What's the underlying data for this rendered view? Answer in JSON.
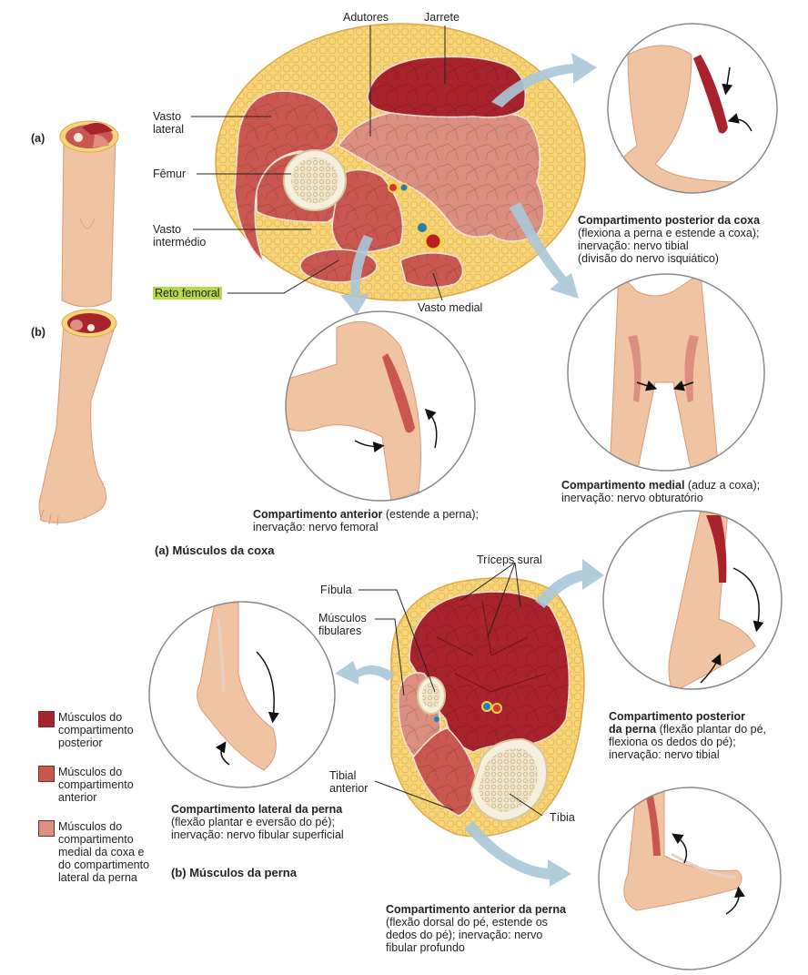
{
  "colors": {
    "posterior_muscle": "#a8232c",
    "anterior_muscle": "#c9574f",
    "medial_muscle": "#dc8e80",
    "skin": "#f0c3a2",
    "fat": "#f7d67a",
    "bone": "#f2ead6",
    "arrow": "#9fbfd0",
    "circle_border": "#8a8a8a"
  },
  "thigh": {
    "panel_a": "(a)",
    "panel_b": "(b)",
    "label_adductors": "Adutores",
    "label_hamstring": "Jarrete",
    "label_vastus_lateralis": "Vasto\nlateral",
    "label_femur": "Fêmur",
    "label_vastus_intermedius": "Vasto\nintermédio",
    "label_rectus_femoris": "Reto femoral",
    "label_vastus_medialis": "Vasto medial",
    "posterior_title": "Compartimento posterior da coxa",
    "posterior_text": "(flexiona a perna e estende a coxa);\ninervação: nervo tibial\n(divisão do nervo isquiático)",
    "medial_title": "Compartimento medial",
    "medial_text_inline": " (aduz a coxa);",
    "medial_text": "inervação: nervo obturatório",
    "anterior_title": "Compartimento anterior",
    "anterior_text_inline": " (estende a perna);",
    "anterior_text": "inervação: nervo femoral",
    "section_title": "(a) Músculos da coxa"
  },
  "leg": {
    "label_triceps": "Tríceps sural",
    "label_fibula": "Fíbula",
    "label_fibular_muscles": "Músculos\nfibulares",
    "label_tibialis": "Tibial\nanterior",
    "label_tibia": "Tíbia",
    "posterior_title_1": "Compartimento posterior",
    "posterior_title_2": "da perna",
    "posterior_text_inline": " (flexão plantar do pé,",
    "posterior_text": "flexiona os dedos do pé);\ninervação: nervo tibial",
    "lateral_title": "Compartimento lateral da perna",
    "lateral_text": "(flexão plantar e eversão do pé);\ninervação: nervo fibular superficial",
    "anterior_title": "Compartimento anterior da perna",
    "anterior_text": "(flexão dorsal do pé, estende os\ndedos do pé); inervação: nervo\nfibular profundo",
    "section_title": "(b) Músculos da perna"
  },
  "legend": [
    {
      "label": "Músculos do\ncompartimento\nposterior",
      "color": "#a8232c"
    },
    {
      "label": "Músculos do\ncompartimento\nanterior",
      "color": "#c9574f"
    },
    {
      "label": "Músculos do\ncompartimento\nmedial da coxa e\ndo compartimento\nlateral da perna",
      "color": "#dc8e80"
    }
  ]
}
